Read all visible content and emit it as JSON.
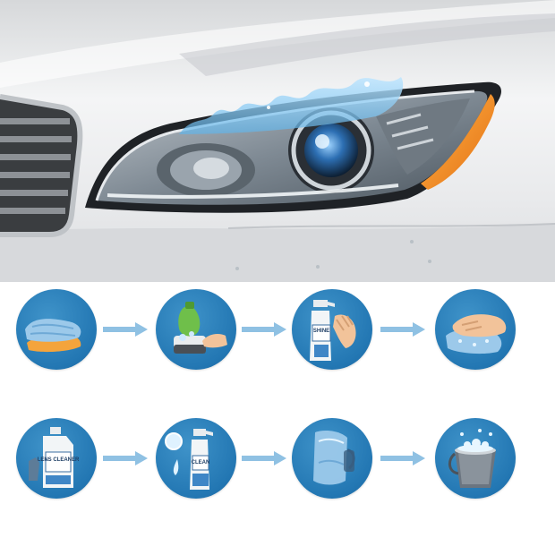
{
  "illustration": {
    "subject": "car-headlight-cleaning",
    "bottle_labels": {
      "spray_bottle": "SHINE",
      "jug": "LENS CLEANER",
      "spray_bottle_2": "CLEAN"
    }
  },
  "steps": [
    {
      "icon": "microfiber-towels-icon"
    },
    {
      "icon": "soap-sponge-icon"
    },
    {
      "icon": "spray-bottle-hand-icon"
    },
    {
      "icon": "hand-wiping-cloth-icon"
    },
    {
      "icon": "cleaner-jug-icon"
    },
    {
      "icon": "spray-and-droplets-icon"
    },
    {
      "icon": "wet-cloth-icon"
    },
    {
      "icon": "soapy-bucket-icon"
    }
  ],
  "colors": {
    "circle_blue": "#2377b3",
    "arrow_blue": "#8fc1e3",
    "lamp_orange": "#f08a1c",
    "car_body": "#ececec"
  }
}
